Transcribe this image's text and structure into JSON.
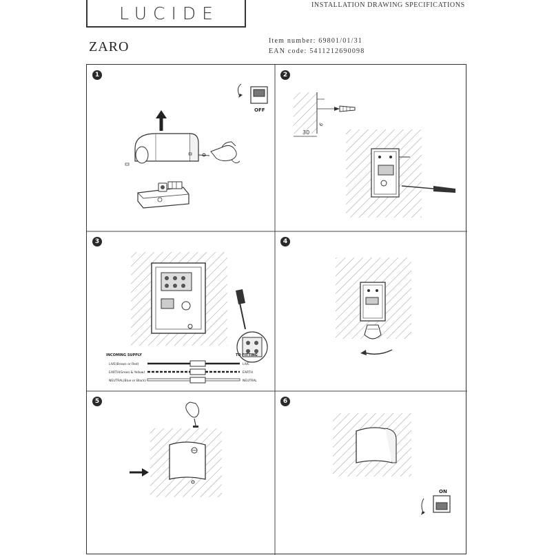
{
  "header": {
    "brand": "LUCIDE",
    "doc_title": "INSTALLATION DRAWING SPECIFICATIONS",
    "product_name": "ZARO",
    "item_number": "Item number: 69801/01/31",
    "ean_code": "EAN code: 5411212690098"
  },
  "steps": [
    {
      "number": "1",
      "label": "OFF"
    },
    {
      "number": "2",
      "dimension_a": "30",
      "dimension_b": "6"
    },
    {
      "number": "3"
    },
    {
      "number": "4"
    },
    {
      "number": "5"
    },
    {
      "number": "6",
      "label": "ON"
    }
  ],
  "wiring": {
    "incoming": "INCOMING SUPPLY",
    "to_fitting": "TO FITTING",
    "rows": [
      {
        "left": "LIVE(Brown or Red)",
        "right": "LIVE"
      },
      {
        "left": "EARTH(Green & Yellow)",
        "right": "EARTH"
      },
      {
        "left": "NEUTRAL(Blue or Black)",
        "right": "NEUTRAL"
      }
    ]
  },
  "colors": {
    "line": "#333333",
    "hatch": "#9a9a9a",
    "badge": "#2a2a2a"
  }
}
